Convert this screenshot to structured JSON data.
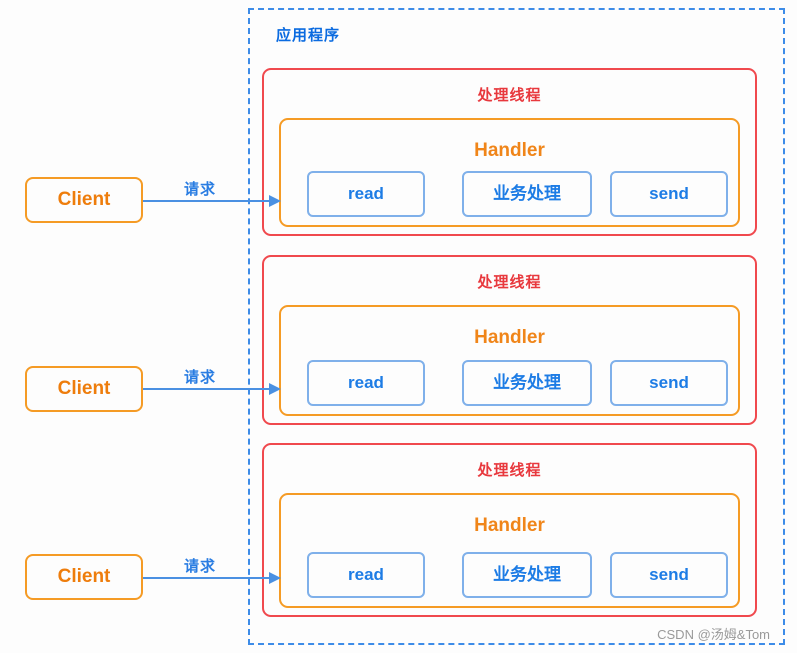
{
  "app": {
    "title": "应用程序",
    "watermark": "CSDN @汤姆&Tom"
  },
  "clients": [
    {
      "label": "Client",
      "request_label": "请求"
    },
    {
      "label": "Client",
      "request_label": "请求"
    },
    {
      "label": "Client",
      "request_label": "请求"
    }
  ],
  "threads": [
    {
      "title": "处理线程",
      "handler": {
        "title": "Handler",
        "steps": [
          "read",
          "业务处理",
          "send"
        ]
      }
    },
    {
      "title": "处理线程",
      "handler": {
        "title": "Handler",
        "steps": [
          "read",
          "业务处理",
          "send"
        ]
      }
    },
    {
      "title": "处理线程",
      "handler": {
        "title": "Handler",
        "steps": [
          "read",
          "业务处理",
          "send"
        ]
      }
    }
  ],
  "colors": {
    "blue_primary": "#3d8ce8",
    "blue_text": "#0b6be0",
    "blue_step_border": "#7fb0ea",
    "blue_step_text": "#1d7ce5",
    "red_border": "#f0494e",
    "red_text": "#e8383d",
    "orange_border": "#f59b25",
    "orange_text": "#ee7d0c",
    "watermark_gray": "#9a9a9a"
  }
}
